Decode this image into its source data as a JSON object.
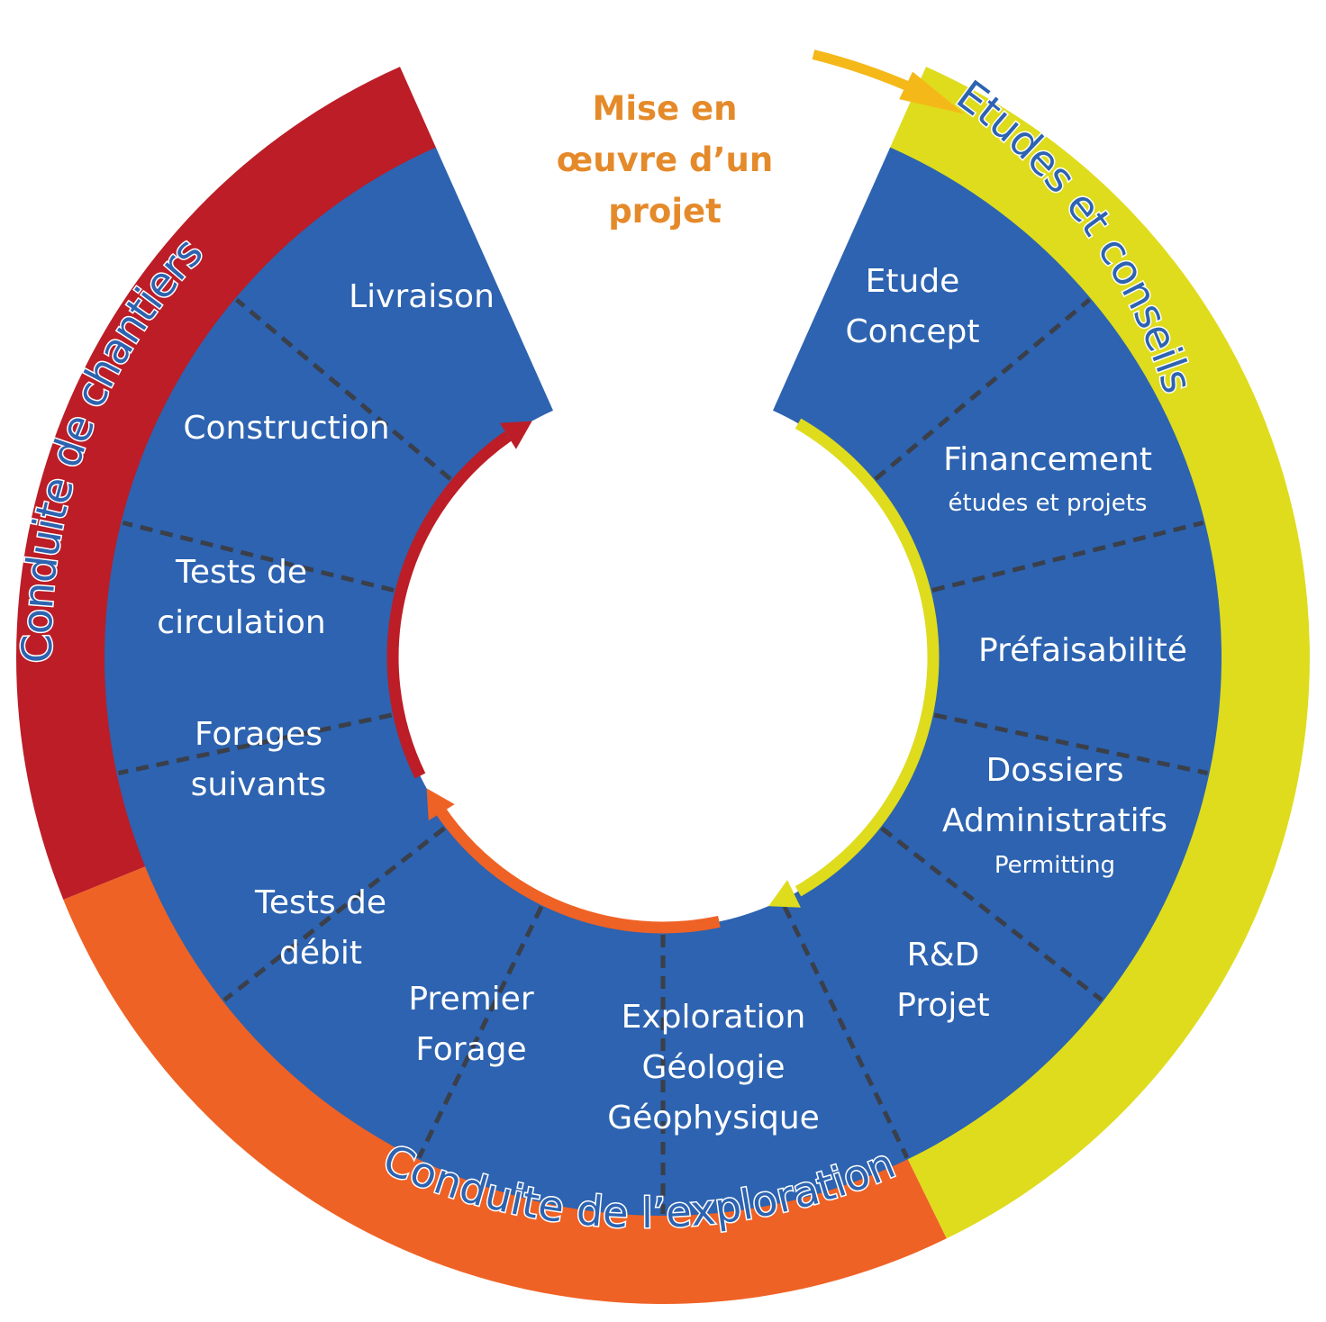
{
  "title_lines": [
    "Mise en",
    "œuvre d’un",
    "projet"
  ],
  "colors": {
    "inner": "#2d63b0",
    "divider": "#3a3f4a",
    "red": "#bc1d26",
    "orange": "#ef6225",
    "yellow": "#dedc1d",
    "title": "#e58a2a",
    "gold_arrow": "#f5b819"
  },
  "outer_bands": [
    {
      "label": "Conduite de chantiers",
      "color": "red"
    },
    {
      "label": "Conduite de l’exploration",
      "color": "orange"
    },
    {
      "label": "Etudes et conseils",
      "color": "yellow"
    }
  ],
  "segments": [
    {
      "lines": [
        "Livraison"
      ],
      "sub": ""
    },
    {
      "lines": [
        "Construction"
      ],
      "sub": ""
    },
    {
      "lines": [
        "Tests de",
        "circulation"
      ],
      "sub": ""
    },
    {
      "lines": [
        "Forages",
        "suivants"
      ],
      "sub": ""
    },
    {
      "lines": [
        "Tests de",
        "débit"
      ],
      "sub": ""
    },
    {
      "lines": [
        "Premier",
        "Forage"
      ],
      "sub": ""
    },
    {
      "lines": [
        "Exploration",
        "Géologie",
        "Géophysique"
      ],
      "sub": ""
    },
    {
      "lines": [
        "R&D",
        "Projet"
      ],
      "sub": ""
    },
    {
      "lines": [
        "Dossiers",
        "Administratifs"
      ],
      "sub": "Permitting"
    },
    {
      "lines": [
        "Préfaisabilité"
      ],
      "sub": ""
    },
    {
      "lines": [
        "Financement"
      ],
      "sub": "études et projets"
    },
    {
      "lines": [
        "Etude",
        "Concept"
      ],
      "sub": ""
    }
  ]
}
